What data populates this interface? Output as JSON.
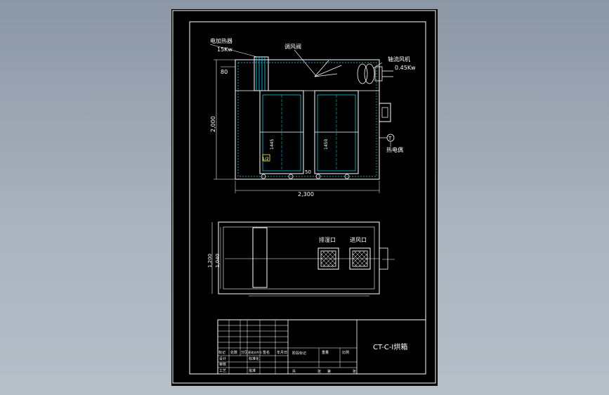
{
  "labels": {
    "heater": "电加热器",
    "heater_power": "15Kw",
    "damper": "调风阀",
    "fan": "轴流风机",
    "fan_power": "0.45Kw",
    "thermocouple": "热电偶",
    "intake": "进风口",
    "exhaust": "排湿口",
    "drawing_title": "CT-C-Ⅰ烘箱"
  },
  "dimensions": {
    "height": "2,000",
    "width": "2,300",
    "top_offset": "80",
    "cart_left": "1445",
    "cart_right": "1450",
    "floor_gap": "50",
    "plan_outer": "1,200",
    "plan_inner": "1,040",
    "cart_tag": "1/2",
    "probe_mark": "T"
  },
  "title_block": {
    "row_a": [
      "标记",
      "处数",
      "分区",
      "更改文件号",
      "签名",
      "年月日"
    ],
    "row_b": [
      "设计",
      "标准化"
    ],
    "row_c": [
      "审核"
    ],
    "row_d": [
      "工艺",
      "批准"
    ],
    "mid_a": "阶段标记",
    "mid_b": [
      "重量",
      "比例"
    ],
    "mid_c": [
      "共",
      "张",
      "第",
      "张"
    ]
  },
  "colors": {
    "background": "#000000",
    "line_primary": "#ffffff",
    "line_cyan": "#00e5ff",
    "line_green": "#00c000",
    "line_yellow": "#ffff00"
  }
}
